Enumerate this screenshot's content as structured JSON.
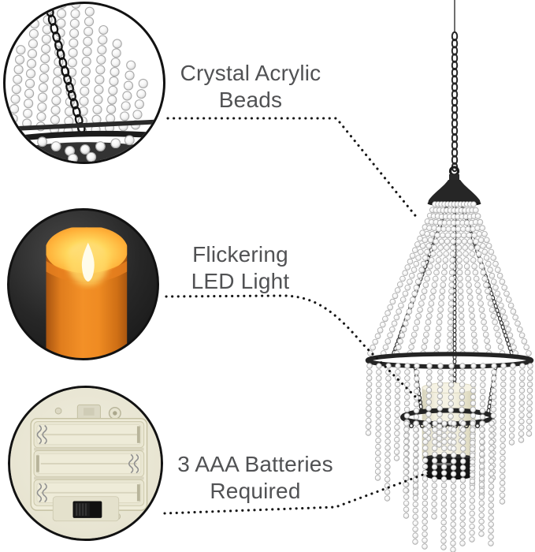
{
  "figure": {
    "background": "#ffffff",
    "product_image": "crystal-bead-chandelier-with-flameless-candle-hanging-from-chain"
  },
  "callouts": [
    {
      "name": "crystal-acrylic-beads",
      "line1": "Crystal Acrylic",
      "line2": "Beads",
      "image": "close-up-of-clear-acrylic-bead-strands-on-black-frame"
    },
    {
      "name": "flickering-led-light",
      "line1": "Flickering",
      "line2": "LED Light",
      "image": "close-up-of-lit-orange-flameless-led-candle"
    },
    {
      "name": "aaa-batteries-required",
      "line1": "3 AAA Batteries",
      "line2": "Required",
      "image": "close-up-of-3-aaa-battery-compartment-with-slide-switch"
    }
  ],
  "colors": {
    "label_text": "#515254",
    "callout_border": "#121212",
    "leader_dots": "#161616",
    "chandelier_metal": "#242424",
    "bead_stroke": "#a9a9a9",
    "candle_flame_orange": "#f39027",
    "candle_glow": "#ffd85e",
    "ivory_candle": "#f1eedd",
    "battery_compartment_cream": "#efecd9"
  }
}
